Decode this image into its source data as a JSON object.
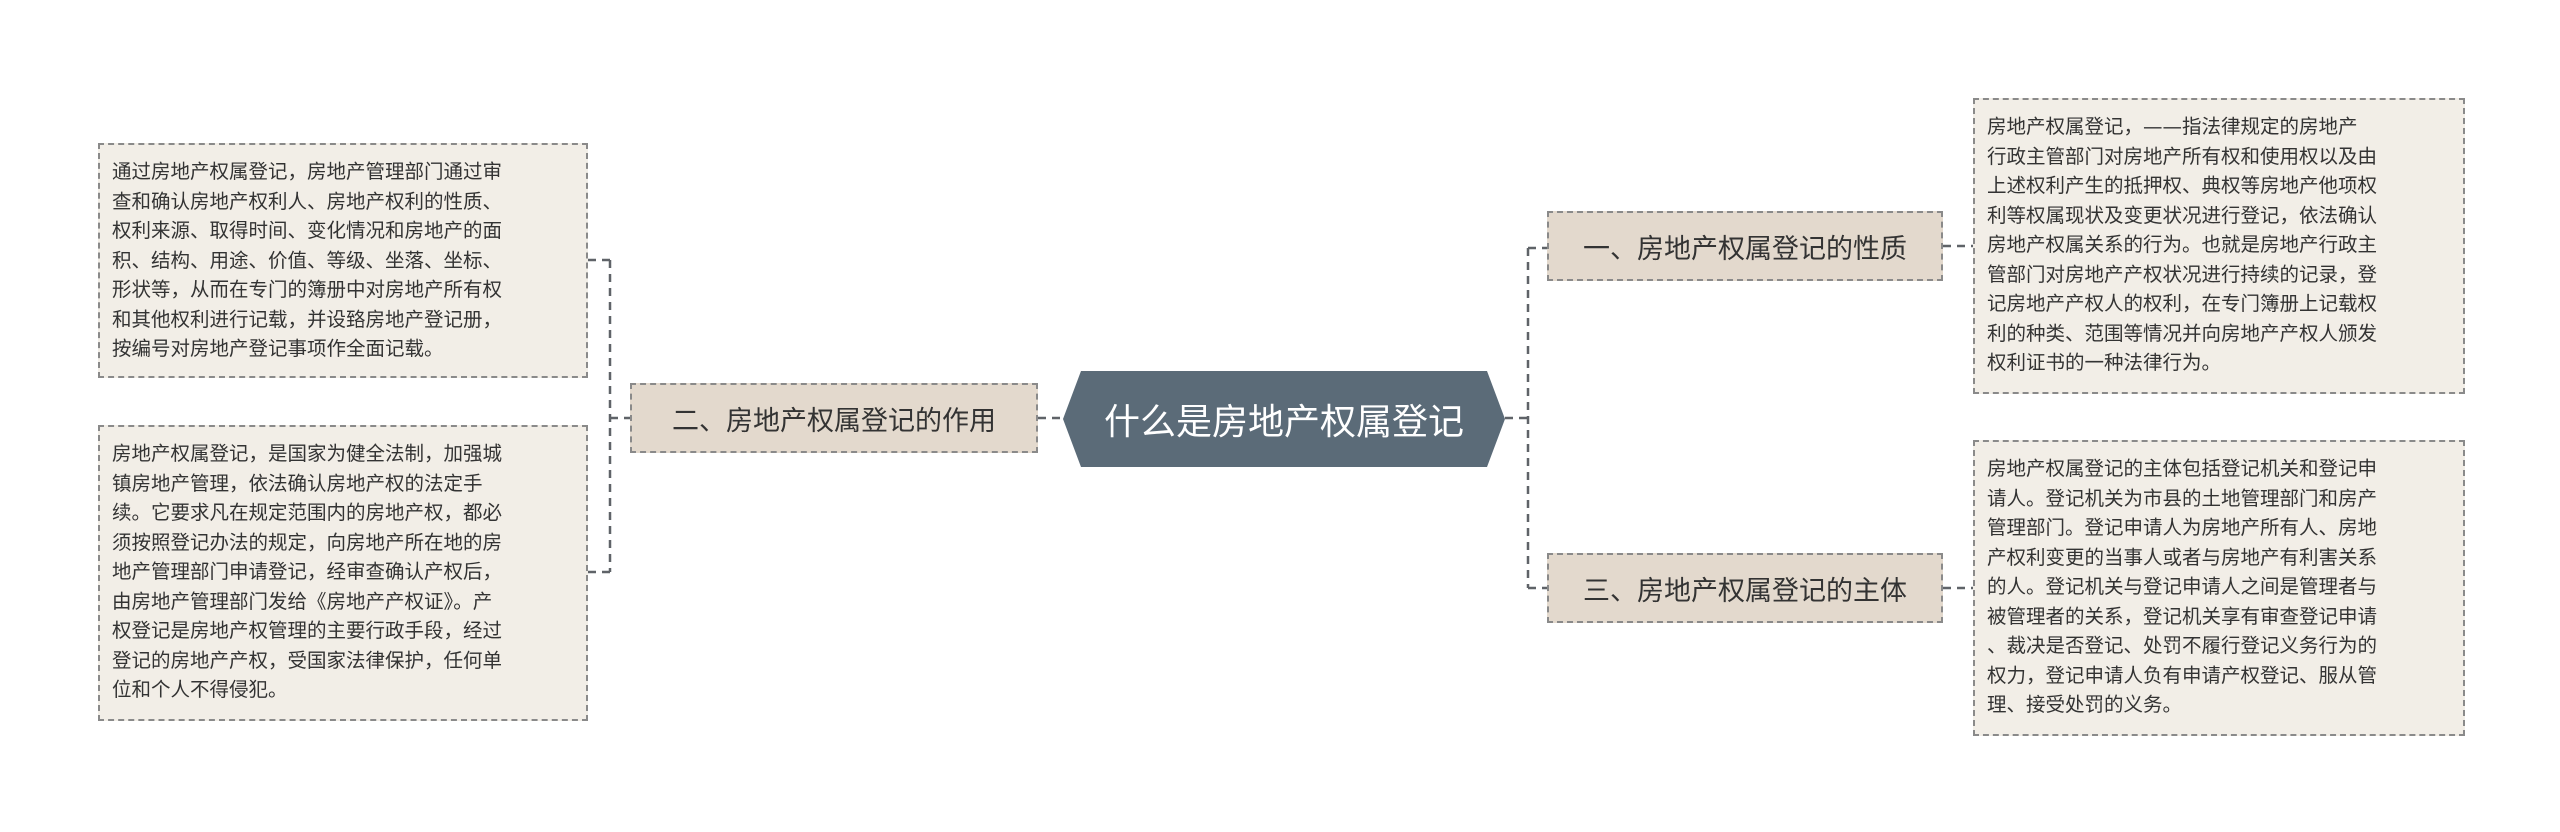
{
  "colors": {
    "root_fill": "#5b6b78",
    "branch_fill": "#e3d9cd",
    "leaf_fill": "#f2eee7",
    "border": "#8a8a8a",
    "connector": "#5f6368"
  },
  "root": {
    "label": "什么是房地产权属登记"
  },
  "branches": {
    "nature": {
      "label": "一、房地产权属登记的性质",
      "text": "房地产权属登记，——指法律规定的房地产\n行政主管部门对房地产所有权和使用权以及由\n上述权利产生的抵押权、典权等房地产他项权\n利等权属现状及变更状况进行登记，依法确认\n房地产权属关系的行为。也就是房地产行政主\n管部门对房地产产权状况进行持续的记录，登\n记房地产产权人的权利，在专门簿册上记载权\n利的种类、范围等情况并向房地产产权人颁发\n权利证书的一种法律行为。"
    },
    "role": {
      "label": "二、房地产权属登记的作用",
      "text_1": "通过房地产权属登记，房地产管理部门通过审\n查和确认房地产权利人、房地产权利的性质、\n权利来源、取得时间、变化情况和房地产的面\n积、结构、用途、价值、等级、坐落、坐标、\n形状等，从而在专门的簿册中对房地产所有权\n和其他权利进行记载，并设臵房地产登记册，\n按编号对房地产登记事项作全面记载。",
      "text_2": "房地产权属登记，是国家为健全法制，加强城\n镇房地产管理，依法确认房地产权的法定手\n续。它要求凡在规定范围内的房地产权，都必\n须按照登记办法的规定，向房地产所在地的房\n地产管理部门申请登记，经审查确认产权后，\n由房地产管理部门发给《房地产产权证》。产\n权登记是房地产权管理的主要行政手段，经过\n登记的房地产产权，受国家法律保护，任何单\n位和个人不得侵犯。"
    },
    "subject": {
      "label": "三、房地产权属登记的主体",
      "text": "房地产权属登记的主体包括登记机关和登记申\n请人。登记机关为市县的土地管理部门和房产\n管理部门。登记申请人为房地产所有人、房地\n产权利变更的当事人或者与房地产有利害关系\n的人。登记机关与登记申请人之间是管理者与\n被管理者的关系，登记机关享有审查登记申请\n、裁决是否登记、处罚不履行登记义务行为的\n权力，登记申请人负有申请产权登记、服从管\n理、接受处罚的义务。"
    }
  }
}
